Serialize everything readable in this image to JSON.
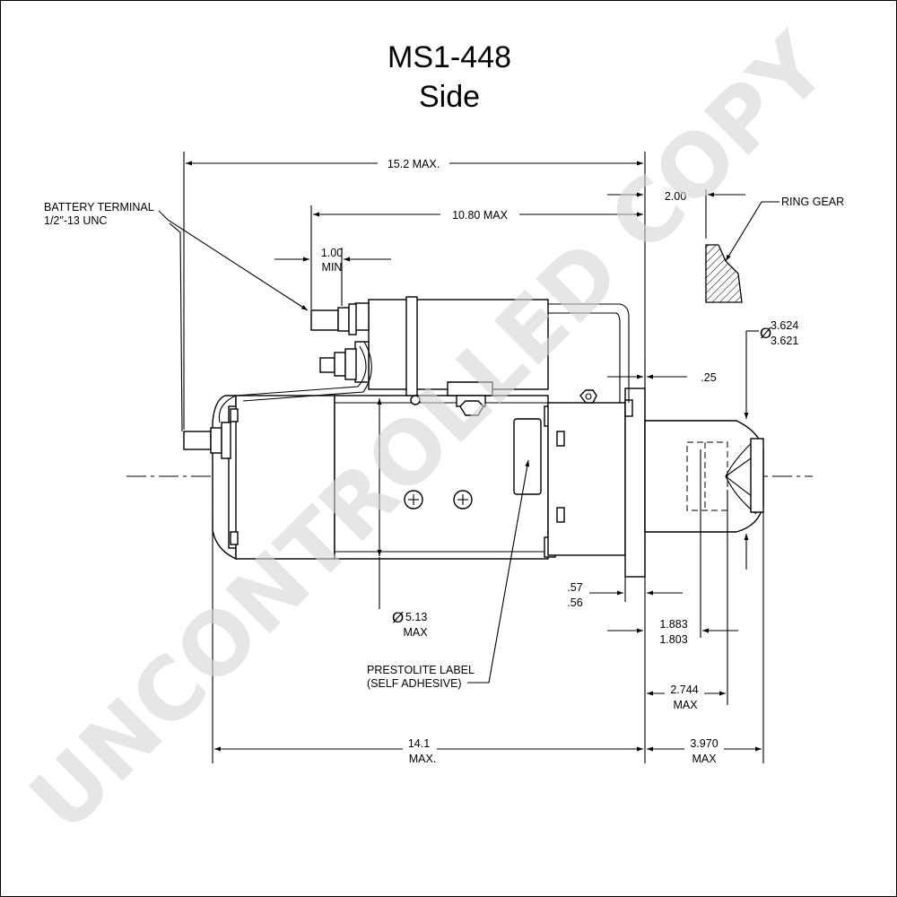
{
  "title": {
    "line1": "MS1-448",
    "line2": "Side"
  },
  "watermark": "UNCONTROLLED COPY",
  "callouts": {
    "battery_terminal": {
      "line1": "BATTERY TERMINAL",
      "line2": "1/2\"-13 UNC"
    },
    "ring_gear": "RING GEAR",
    "prestolite_label": {
      "line1": "PRESTOLITE LABEL",
      "line2": "(SELF ADHESIVE)"
    }
  },
  "dimensions": {
    "overall_length_max": "15.2 MAX.",
    "length_10_80": "10.80 MAX",
    "min_1_00": {
      "line1": "1.00",
      "line2": "MIN"
    },
    "ring_gear_offset": "2.00",
    "pinion_dia": {
      "symbol": "Ø",
      "upper": "3.624",
      "lower": "3.621"
    },
    "flange_25": ".25",
    "body_dia": {
      "symbol": "Ø",
      "value": "5.13",
      "unit": "MAX"
    },
    "flange_thickness": {
      "upper": ".57",
      "lower": ".56"
    },
    "dim_1_883": {
      "upper": "1.883",
      "lower": "1.803"
    },
    "dim_2_744": {
      "value": "2.744",
      "unit": "MAX"
    },
    "length_14_1": {
      "value": "14.1",
      "unit": "MAX."
    },
    "dim_3_970": {
      "value": "3.970",
      "unit": "MAX"
    }
  },
  "colors": {
    "line": "#000000",
    "watermark": "#d6d6d6",
    "background": "#ffffff"
  }
}
